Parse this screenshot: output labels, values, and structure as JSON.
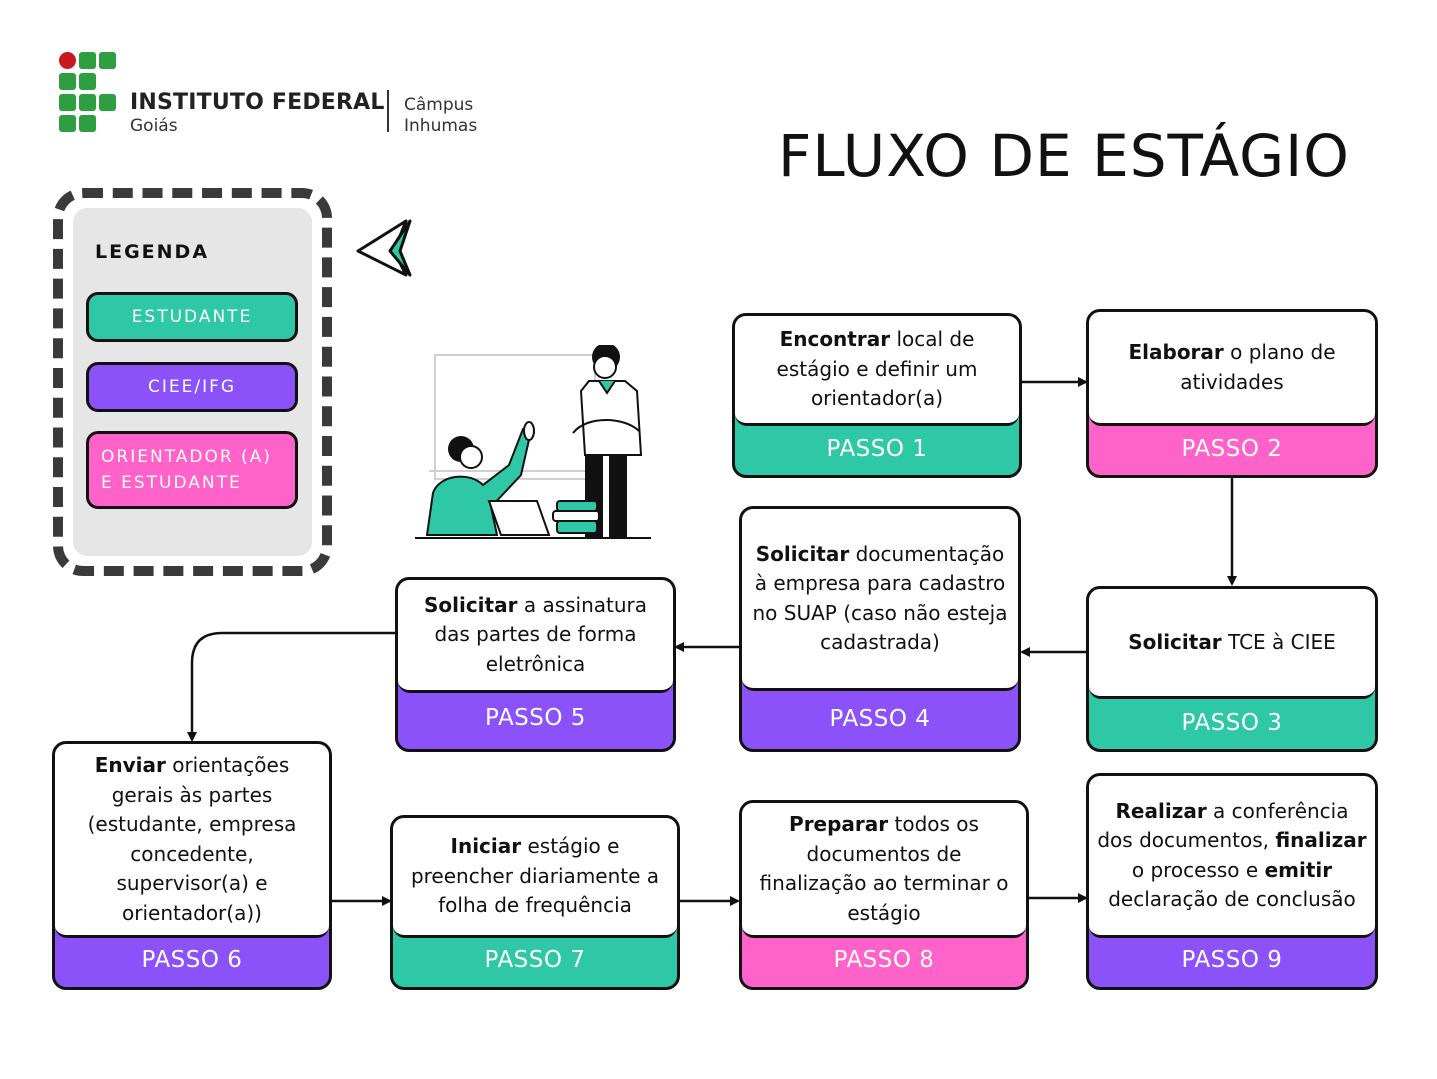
{
  "logo": {
    "name": "INSTITUTO FEDERAL",
    "state": "Goiás",
    "campus_line1": "Câmpus",
    "campus_line2": "Inhumas"
  },
  "title": "FLUXO DE ESTÁGIO",
  "legend": {
    "title": "LEGENDA",
    "items": [
      {
        "label": "ESTUDANTE",
        "color": "#2ec8a6"
      },
      {
        "label": "CIEE/IFG",
        "color": "#8b52f9"
      },
      {
        "label": "ORIENTADOR (A)\nE ESTUDANTE",
        "color": "#ff62c8"
      }
    ]
  },
  "colors": {
    "estudante": "#2ec8a6",
    "ciee_ifg": "#8b52f9",
    "orientador_estudante": "#ff62c8",
    "outline": "#111111"
  },
  "steps": [
    {
      "label": "PASSO 1",
      "bold": "Encontrar",
      "text": " local de estágio e definir um orientador(a)"
    },
    {
      "label": "PASSO 2",
      "bold": "Elaborar",
      "text": " o plano de atividades"
    },
    {
      "label": "PASSO 3",
      "bold": "Solicitar",
      "text": " TCE à CIEE"
    },
    {
      "label": "PASSO 4",
      "bold": "Solicitar",
      "text": " documentação à empresa para cadastro no SUAP (caso não esteja cadastrada)"
    },
    {
      "label": "PASSO 5",
      "bold": "Solicitar",
      "text": " a assinatura das partes de forma eletrônica"
    },
    {
      "label": "PASSO 6",
      "bold": "Enviar",
      "text": " orientações gerais às partes (estudante, empresa concedente, supervisor(a) e orientador(a))"
    },
    {
      "label": "PASSO 7",
      "bold": "Iniciar",
      "text": " estágio e preencher diariamente a folha de frequência"
    },
    {
      "label": "PASSO 8",
      "bold": "Preparar",
      "text": " todos os documentos de finalização ao terminar o estágio"
    },
    {
      "label": "PASSO 9",
      "bold": "Realizar",
      "text": " a conferência dos documentos, ",
      "bold2": "finalizar",
      "text2": " o processo e ",
      "bold3": "emitir",
      "text3": " declaração de conclusão"
    }
  ]
}
